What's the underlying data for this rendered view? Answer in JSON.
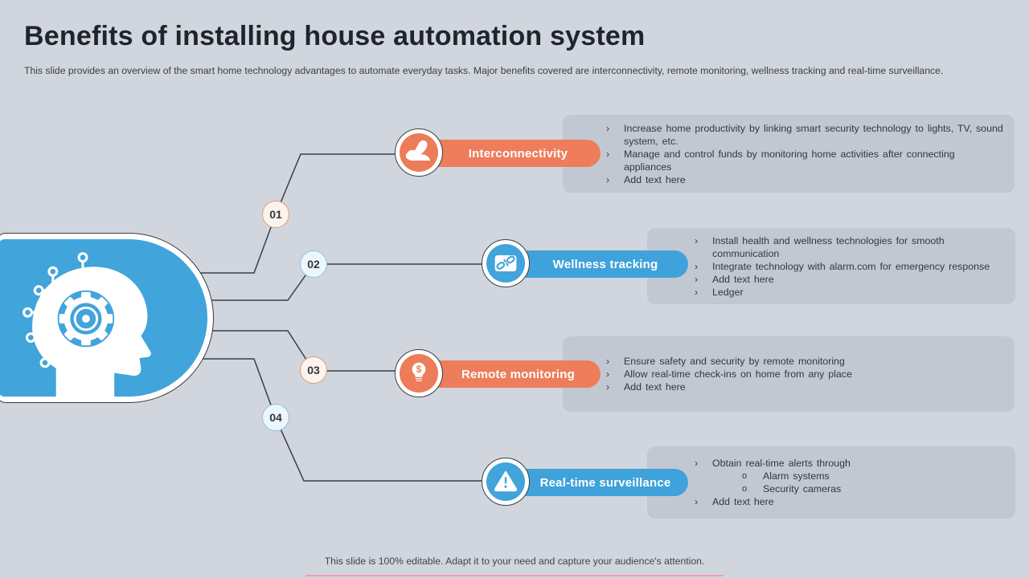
{
  "slide": {
    "title": "Benefits of installing house automation system",
    "subtitle": "This slide provides an overview of the smart home technology advantages to automate everyday tasks. Major benefits covered are interconnectivity,  remote monitoring, wellness tracking and real-time surveillance.",
    "footer": "This slide is 100% editable. Adapt it to your need and capture your audience's attention."
  },
  "glyphs": {
    "bullet": "›",
    "sub_bullet": "o"
  },
  "colors": {
    "background": "#d1d5dd",
    "box": "#c2c8d2",
    "orange": "#ed7d5b",
    "blue": "#3fa2da",
    "line": "#3a3f47",
    "text_dark": "#33363d"
  },
  "benefits": [
    {
      "number": "01",
      "label": "Interconnectivity",
      "icon": "bicep-icon",
      "color": "orange",
      "bullets": [
        {
          "text": "Increase home productivity by linking smart security technology to lights, TV, sound system, etc."
        },
        {
          "text": "Manage and control funds by monitoring home activities after connecting appliances"
        },
        {
          "text": "Add text here"
        }
      ]
    },
    {
      "number": "02",
      "label": "Wellness tracking",
      "icon": "broken-link-icon",
      "color": "blue",
      "bullets": [
        {
          "text": "Install health and wellness technologies for smooth communication"
        },
        {
          "text": "Integrate technology with alarm.com for emergency response"
        },
        {
          "text": "Add text here"
        },
        {
          "text": "Ledger"
        }
      ]
    },
    {
      "number": "03",
      "label": "Remote monitoring",
      "icon": "bulb-dollar-icon",
      "color": "orange",
      "bullets": [
        {
          "text": "Ensure safety and security by remote monitoring"
        },
        {
          "text": "Allow real-time check-ins on home from any place"
        },
        {
          "text": "Add text here"
        }
      ]
    },
    {
      "number": "04",
      "label": "Real-time surveillance",
      "icon": "warning-icon",
      "color": "blue",
      "bullets": [
        {
          "text": "Obtain real-time alerts through",
          "sub": [
            "Alarm systems",
            "Security cameras"
          ]
        },
        {
          "text": "Add text here"
        }
      ]
    }
  ]
}
